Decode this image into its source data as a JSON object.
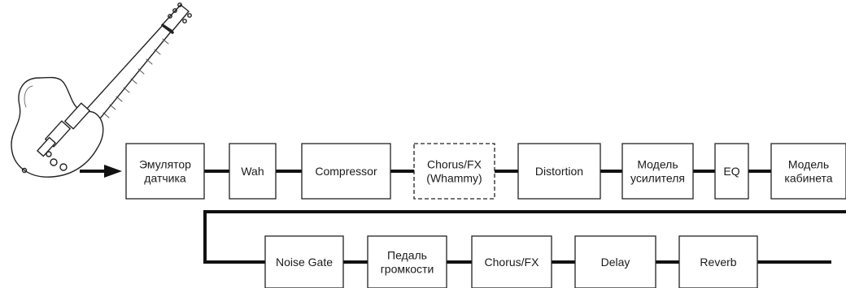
{
  "signal_chain": {
    "row1": [
      {
        "id": "pickup-emulator",
        "lines": [
          "Эмулятор",
          "датчика"
        ],
        "style": "solid"
      },
      {
        "id": "wah",
        "lines": [
          "Wah"
        ],
        "style": "solid"
      },
      {
        "id": "compressor",
        "lines": [
          "Compressor"
        ],
        "style": "solid"
      },
      {
        "id": "chorus-fx-whammy",
        "lines": [
          "Chorus/FX",
          "(Whammy)"
        ],
        "style": "dashed"
      },
      {
        "id": "distortion",
        "lines": [
          "Distortion"
        ],
        "style": "solid"
      },
      {
        "id": "amp-model",
        "lines": [
          "Модель",
          "усилителя"
        ],
        "style": "solid"
      },
      {
        "id": "eq",
        "lines": [
          "EQ"
        ],
        "style": "solid"
      },
      {
        "id": "cabinet-model",
        "lines": [
          "Модель",
          "кабинета"
        ],
        "style": "solid"
      }
    ],
    "row2": [
      {
        "id": "noise-gate",
        "lines": [
          "Noise Gate"
        ],
        "style": "solid"
      },
      {
        "id": "volume-pedal",
        "lines": [
          "Педаль",
          "громкости"
        ],
        "style": "solid"
      },
      {
        "id": "chorus-fx",
        "lines": [
          "Chorus/FX"
        ],
        "style": "solid"
      },
      {
        "id": "delay",
        "lines": [
          "Delay"
        ],
        "style": "solid"
      },
      {
        "id": "reverb",
        "lines": [
          "Reverb"
        ],
        "style": "solid"
      }
    ]
  },
  "colors": {
    "line": "#111111",
    "box_stroke": "#222222",
    "box_fill": "#ffffff",
    "text": "#1a1a1a"
  },
  "icons": {
    "input_instrument": "electric-guitar-icon",
    "input_arrow": "arrow-right-icon"
  }
}
